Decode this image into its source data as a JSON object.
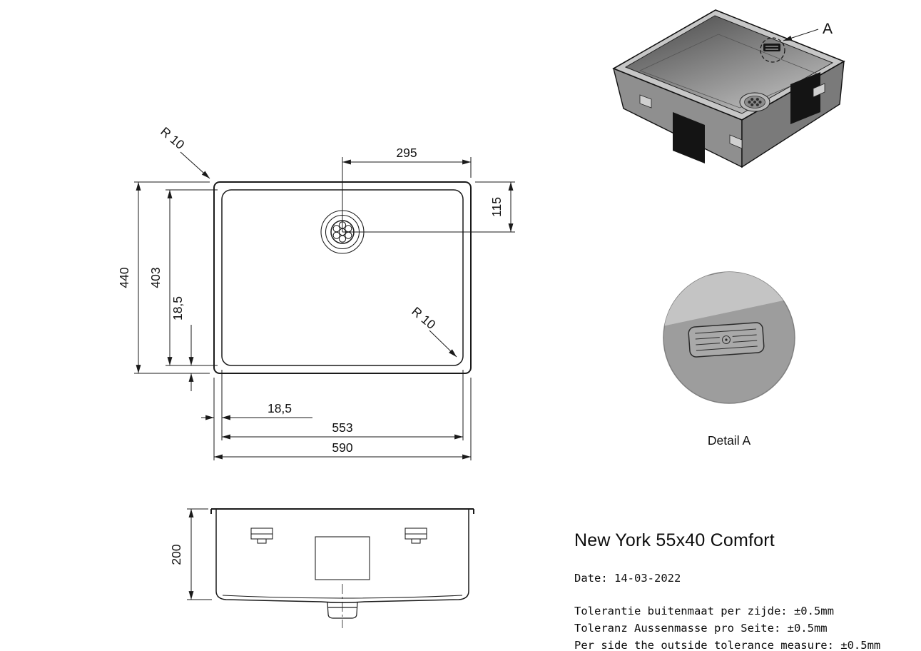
{
  "title_block": {
    "title": "New York 55x40 Comfort",
    "date": "Date: 14-03-2022",
    "tolerances": [
      "Tolerantie buitenmaat per zijde: ±0.5mm",
      "Toleranz Aussenmasse pro Seite: ±0.5mm",
      "Per side the outside tolerance measure: ±0.5mm"
    ]
  },
  "top_view": {
    "dim_drain_x": "295",
    "dim_drain_y": "115",
    "dim_outer_h": "440",
    "dim_inner_h": "403",
    "dim_rim_v": "18,5",
    "dim_rim_h": "18,5",
    "dim_inner_w": "553",
    "dim_outer_w": "590",
    "radius_outer": "R 10",
    "radius_inner": "R 10"
  },
  "front_view": {
    "dim_height": "200"
  },
  "iso_view": {
    "callout": "A"
  },
  "detail_view": {
    "label": "Detail A"
  },
  "colors": {
    "line": "#1a1a1a",
    "steel_light": "#c7c7c7",
    "steel_mid": "#8f8f8f",
    "steel_dark": "#7a7a7a",
    "panel_black": "#141414",
    "detail_gray": "#9d9d9d"
  }
}
